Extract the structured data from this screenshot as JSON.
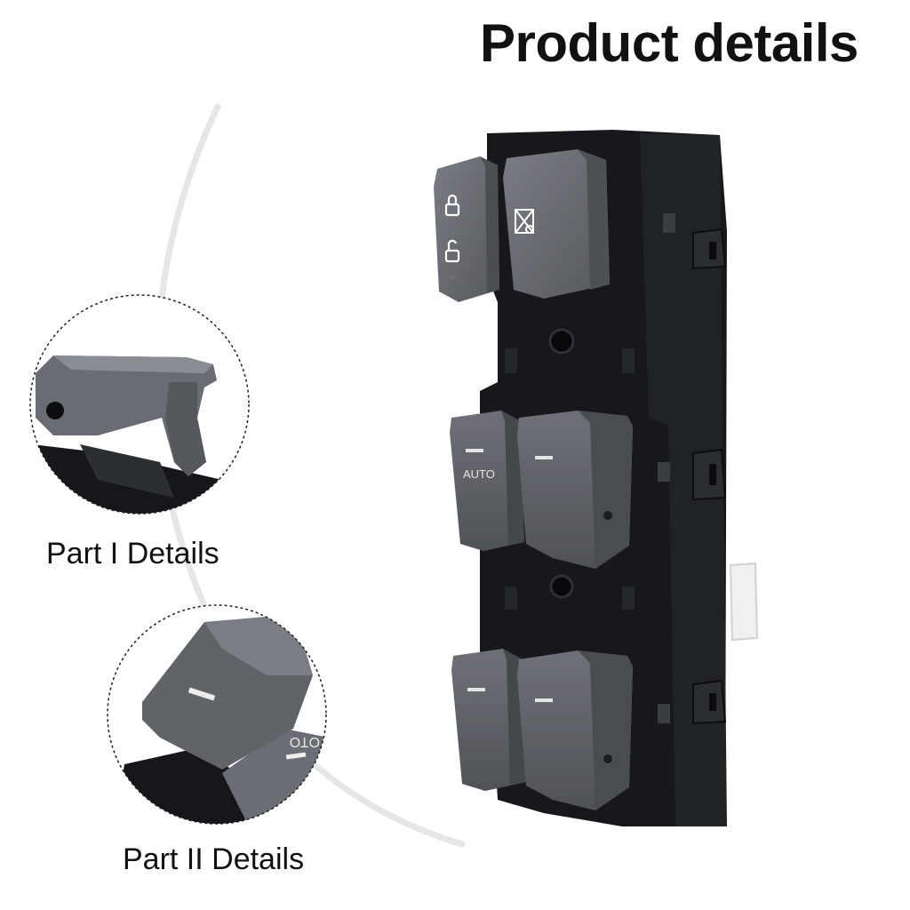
{
  "page": {
    "title": "Product details",
    "callouts": [
      {
        "label": "Part I Details"
      },
      {
        "label": "Part II Details"
      }
    ]
  },
  "product": {
    "button_text": "AUTO",
    "zoom_text": "OTO",
    "icons": [
      "lock-closed-icon",
      "lock-open-icon",
      "window-lock-icon"
    ]
  },
  "colors": {
    "housing": "#16181b",
    "button": "#5d6065",
    "button_light": "#777a80",
    "indicator": "#e4e4e4",
    "connector": "#eef1ee",
    "arc": "#e6e6e6"
  }
}
